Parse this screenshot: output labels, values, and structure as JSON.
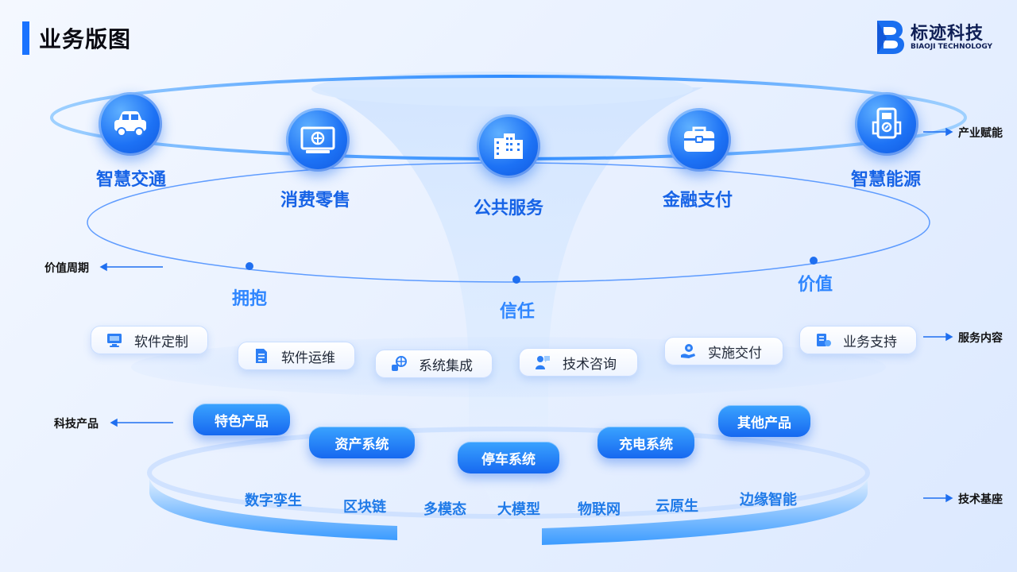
{
  "header": {
    "title": "业务版图"
  },
  "logo": {
    "name_cn": "标迹科技",
    "name_en": "BIAOJI TECHNOLOGY"
  },
  "industries": [
    {
      "label": "智慧交通",
      "icon": "car-icon"
    },
    {
      "label": "消费零售",
      "icon": "retail-terminal-icon"
    },
    {
      "label": "公共服务",
      "icon": "building-icon"
    },
    {
      "label": "金融支付",
      "icon": "toolbox-icon"
    },
    {
      "label": "智慧能源",
      "icon": "charging-meter-icon"
    }
  ],
  "side_labels": {
    "industry": "产业赋能",
    "value_cycle": "价值周期",
    "service": "服务内容",
    "product": "科技产品",
    "tech": "技术基座"
  },
  "value_cycle": [
    "拥抱",
    "信任",
    "价值"
  ],
  "services": [
    {
      "label": "软件定制",
      "icon": "computer-icon"
    },
    {
      "label": "软件运维",
      "icon": "document-icon"
    },
    {
      "label": "系统集成",
      "icon": "integration-icon"
    },
    {
      "label": "技术咨询",
      "icon": "consult-icon"
    },
    {
      "label": "实施交付",
      "icon": "delivery-icon"
    },
    {
      "label": "业务支持",
      "icon": "support-icon"
    }
  ],
  "products": [
    "特色产品",
    "资产系统",
    "停车系统",
    "充电系统",
    "其他产品"
  ],
  "tech_base": [
    "数字孪生",
    "区块链",
    "多模态",
    "大模型",
    "物联网",
    "云原生",
    "边缘智能"
  ],
  "colors": {
    "accent": "#1a73ff",
    "text_blue": "#1763e6",
    "title": "#0b0b12"
  }
}
